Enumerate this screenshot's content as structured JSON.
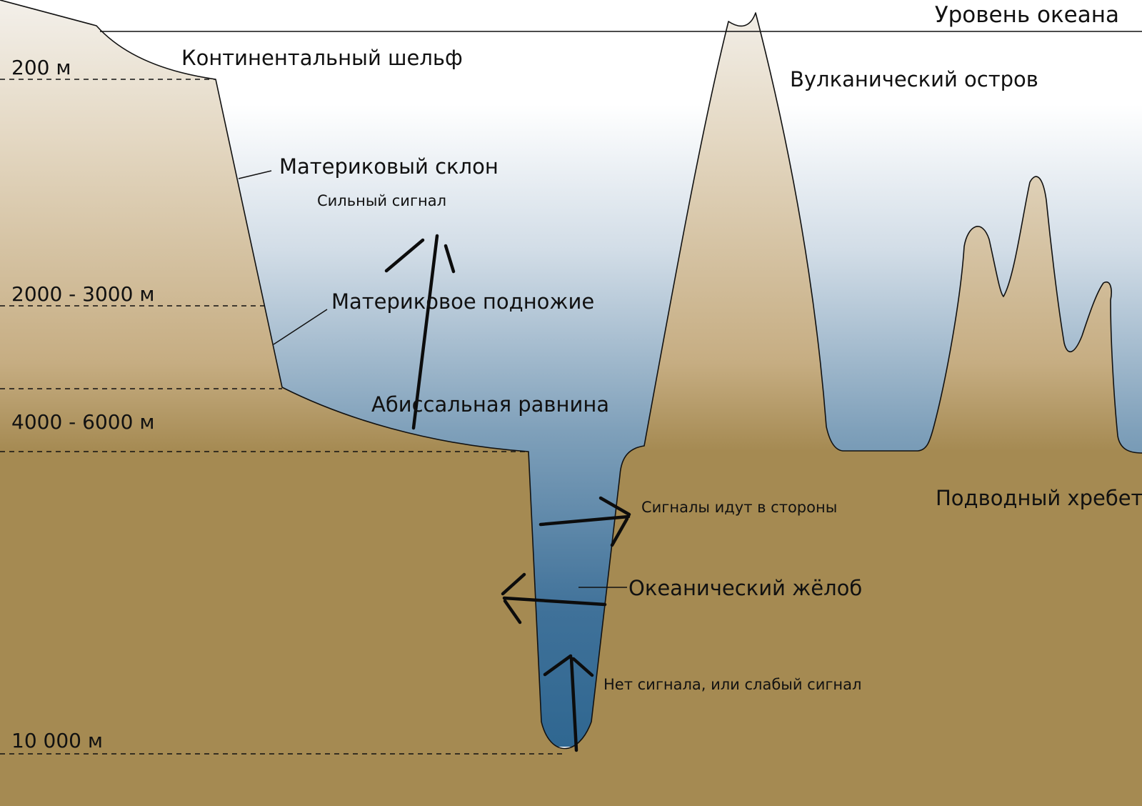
{
  "labels": {
    "ocean_level": "Уровень океана",
    "continental_shelf": "Континентальный шельф",
    "volcanic_island": "Вулканический остров",
    "continental_slope": "Материковый склон",
    "strong_signal": "Сильный сигнал",
    "continental_rise": "Материковое подножие",
    "abyssal_plain": "Абиссальная равнина",
    "signals_sideways": "Сигналы идут в стороны",
    "underwater_ridge": "Подводный хребет",
    "ocean_trench": "Океанический жёлоб",
    "no_signal": "Нет сигнала, или слабый сигнал"
  },
  "depths": [
    "200 м",
    "2000 - 3000 м",
    "4000 - 6000 м",
    "10 000 м"
  ],
  "colors": {
    "ground_top": "#f3f0ea",
    "ground_bottom": "#a58a52",
    "water_top": "#ffffff",
    "water_mid": "#a4b9cc",
    "water_deep": "#2e6690",
    "ink": "#111111"
  }
}
